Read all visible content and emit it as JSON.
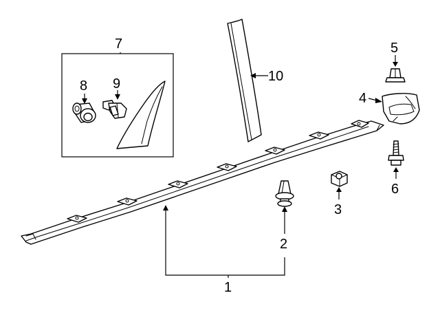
{
  "colors": {
    "line": "#000000",
    "background": "#ffffff"
  },
  "callouts": {
    "c1": "1",
    "c2": "2",
    "c3": "3",
    "c4": "4",
    "c5": "5",
    "c6": "6",
    "c7": "7",
    "c8": "8",
    "c9": "9",
    "c10": "10"
  }
}
